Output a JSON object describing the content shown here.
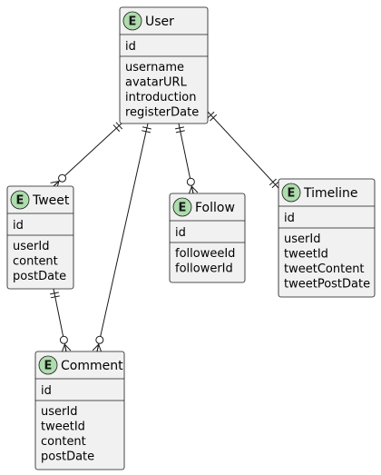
{
  "badge_letter": "E",
  "entities": {
    "user": {
      "name": "User",
      "key": "id",
      "fields": [
        "username",
        "avatarURL",
        "introduction",
        "registerDate"
      ]
    },
    "tweet": {
      "name": "Tweet",
      "key": "id",
      "fields": [
        "userId",
        "content",
        "postDate"
      ]
    },
    "follow": {
      "name": "Follow",
      "key": "id",
      "fields": [
        "followeeId",
        "followerId"
      ]
    },
    "timeline": {
      "name": "Timeline",
      "key": "id",
      "fields": [
        "userId",
        "tweetId",
        "tweetContent",
        "tweetPostDate"
      ]
    },
    "comment": {
      "name": "Comment",
      "key": "id",
      "fields": [
        "userId",
        "tweetId",
        "content",
        "postDate"
      ]
    }
  },
  "relations": [
    {
      "from": "User",
      "to": "Tweet",
      "from_card": "exactly-one",
      "to_card": "zero-or-many"
    },
    {
      "from": "User",
      "to": "Comment",
      "from_card": "exactly-one",
      "to_card": "zero-or-many"
    },
    {
      "from": "User",
      "to": "Follow",
      "from_card": "exactly-one",
      "to_card": "zero-or-many"
    },
    {
      "from": "User",
      "to": "Timeline",
      "from_card": "exactly-one",
      "to_card": "exactly-one"
    },
    {
      "from": "Tweet",
      "to": "Comment",
      "from_card": "exactly-one",
      "to_card": "zero-or-many"
    }
  ],
  "colors": {
    "entity_fill": "#f1f1f1",
    "badge_fill": "#adddad",
    "stroke": "#181818"
  }
}
